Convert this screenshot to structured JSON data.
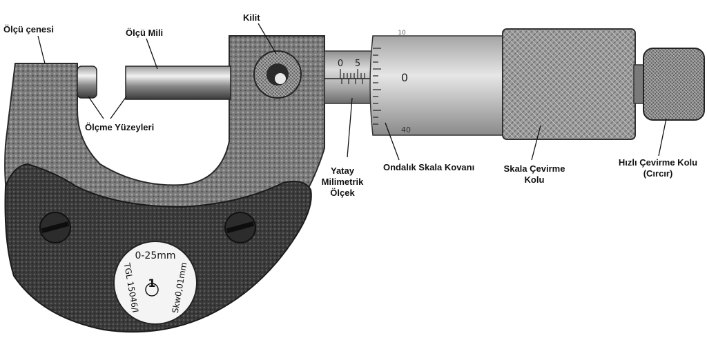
{
  "labels": {
    "olcu_cenesi": "Ölçü çenesi",
    "olcu_mili": "Ölçü Mili",
    "kilit": "Kilit",
    "olcme_yuzeyleri": "Ölçme Yüzeyleri",
    "yatay_line1": "Yatay",
    "yatay_line2": "Milimetrik",
    "yatay_line3": "Ölçek",
    "ondalik": "Ondalık Skala Kovanı",
    "skala_line1": "Skala Çevirme",
    "skala_line2": "Kolu",
    "hizli_line1": "Hızlı Çevirme Kolu",
    "hizli_line2": "(Cırcır)"
  },
  "dial": {
    "range": "0-25mm",
    "model": "TGL 15046/I",
    "resolution": "Skw0,01mm",
    "logo": "1"
  },
  "sleeve_scale": {
    "n0": "0",
    "n5": "5"
  },
  "thimble_scale": {
    "top": "10",
    "mid": "0",
    "bottom": "40"
  },
  "colors": {
    "frame": "#6e6e6e",
    "guard": "#3f3f3f",
    "steel": "#b9b9b9",
    "label": "#111111"
  }
}
